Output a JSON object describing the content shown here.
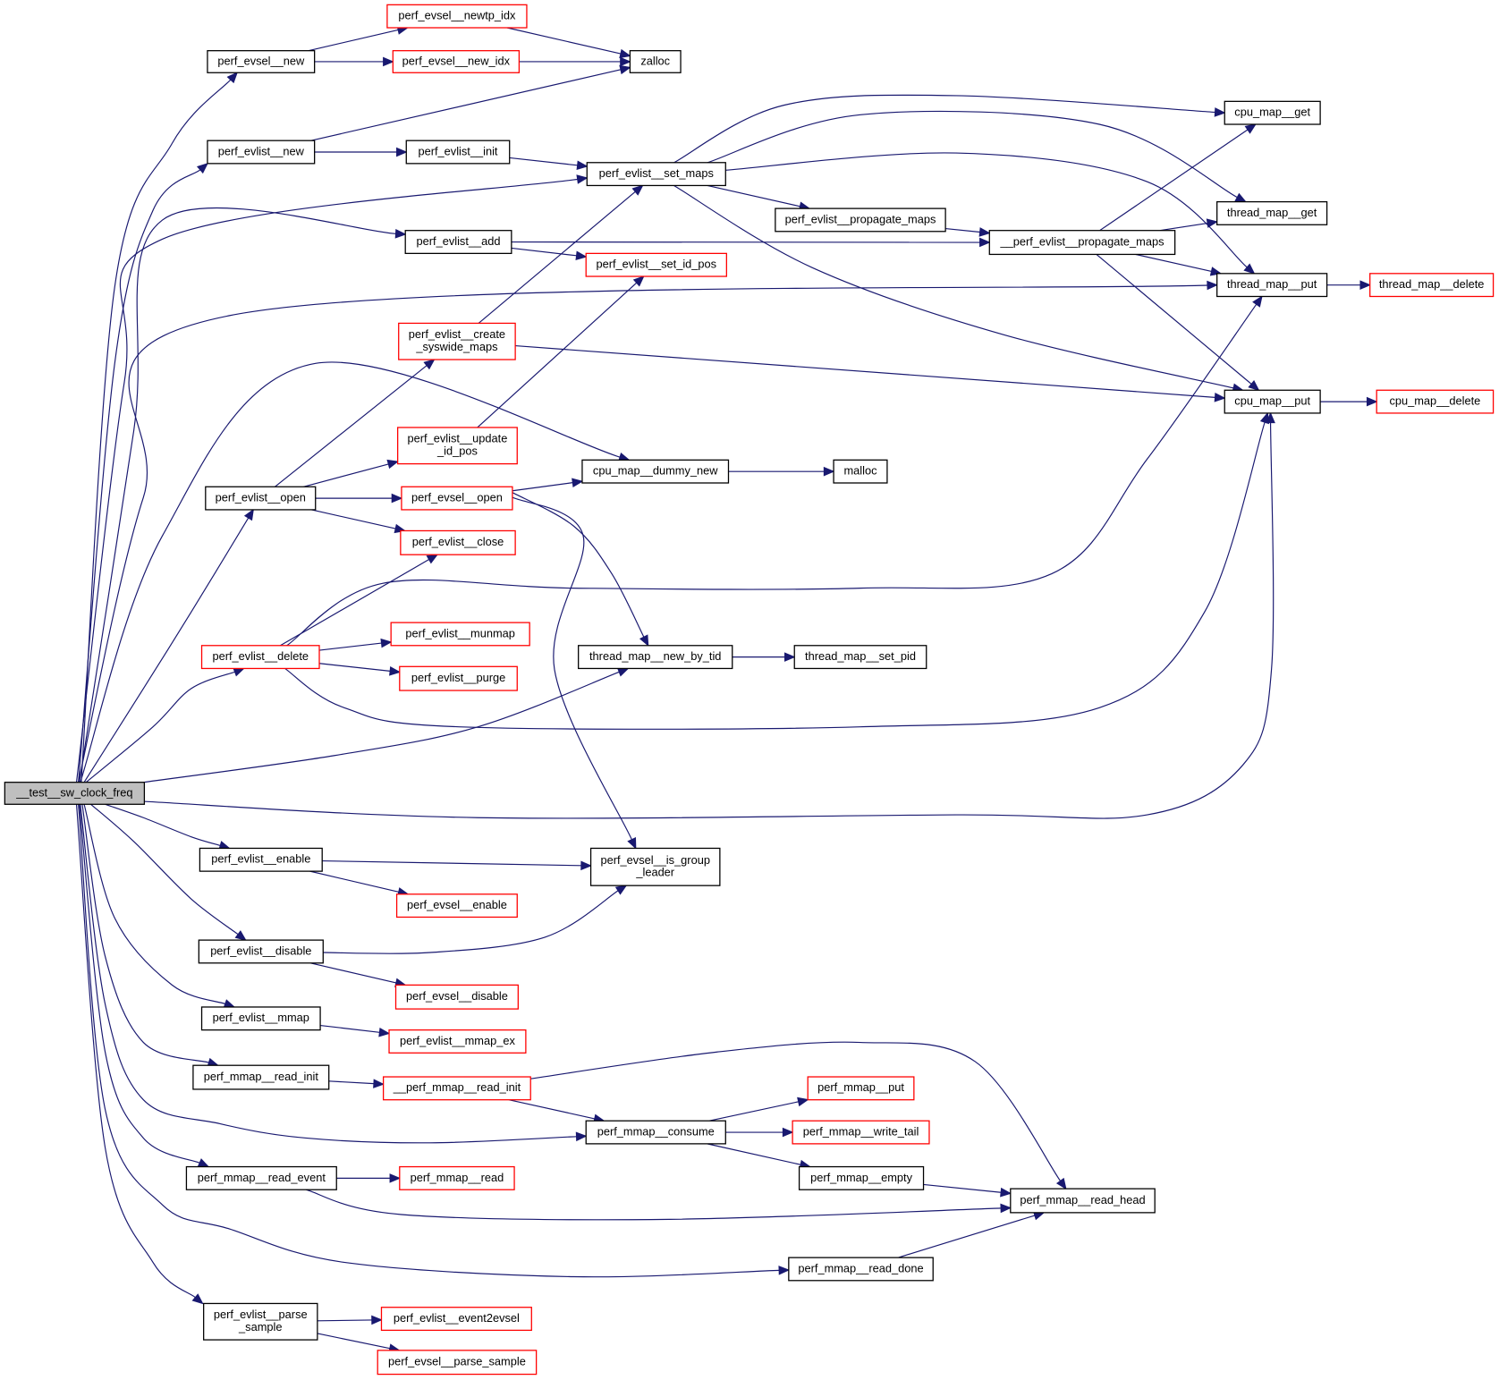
{
  "title": "Call graph for __test__sw_clock_freq",
  "colors": {
    "edge": "#191970",
    "node_border": "#000000",
    "external_node_border": "#ff0000",
    "root_fill": "#bfbfbf",
    "node_fill": "#ffffff"
  },
  "nodes": [
    {
      "id": "root",
      "label": "__test__sw_clock_freq",
      "kind": "root"
    },
    {
      "id": "perf_evsel__new",
      "label": "perf_evsel__new",
      "kind": "normal"
    },
    {
      "id": "perf_evsel__newtp_idx",
      "label": "perf_evsel__newtp_idx",
      "kind": "external"
    },
    {
      "id": "perf_evsel__new_idx",
      "label": "perf_evsel__new_idx",
      "kind": "external"
    },
    {
      "id": "zalloc",
      "label": "zalloc",
      "kind": "normal"
    },
    {
      "id": "perf_evlist__new",
      "label": "perf_evlist__new",
      "kind": "normal"
    },
    {
      "id": "perf_evlist__init",
      "label": "perf_evlist__init",
      "kind": "normal"
    },
    {
      "id": "perf_evlist__set_maps",
      "label": "perf_evlist__set_maps",
      "kind": "normal"
    },
    {
      "id": "cpu_map__get",
      "label": "cpu_map__get",
      "kind": "normal"
    },
    {
      "id": "perf_evlist__propagate_maps",
      "label": "perf_evlist__propagate_maps",
      "kind": "normal"
    },
    {
      "id": "__perf_evlist__propagate_maps",
      "label": "__perf_evlist__propagate_maps",
      "kind": "normal"
    },
    {
      "id": "thread_map__get",
      "label": "thread_map__get",
      "kind": "normal"
    },
    {
      "id": "perf_evlist__add",
      "label": "perf_evlist__add",
      "kind": "normal"
    },
    {
      "id": "perf_evlist__set_id_pos",
      "label": "perf_evlist__set_id_pos",
      "kind": "external"
    },
    {
      "id": "thread_map__put",
      "label": "thread_map__put",
      "kind": "normal"
    },
    {
      "id": "thread_map__delete",
      "label": "thread_map__delete",
      "kind": "external"
    },
    {
      "id": "perf_evlist__create_syswide_maps",
      "label": "perf_evlist__create\n_syswide_maps",
      "kind": "external"
    },
    {
      "id": "cpu_map__put",
      "label": "cpu_map__put",
      "kind": "normal"
    },
    {
      "id": "cpu_map__delete",
      "label": "cpu_map__delete",
      "kind": "external"
    },
    {
      "id": "perf_evlist__update_id_pos",
      "label": "perf_evlist__update\n_id_pos",
      "kind": "external"
    },
    {
      "id": "cpu_map__dummy_new",
      "label": "cpu_map__dummy_new",
      "kind": "normal"
    },
    {
      "id": "malloc",
      "label": "malloc",
      "kind": "normal"
    },
    {
      "id": "perf_evlist__open",
      "label": "perf_evlist__open",
      "kind": "normal"
    },
    {
      "id": "perf_evsel__open",
      "label": "perf_evsel__open",
      "kind": "external"
    },
    {
      "id": "perf_evlist__close",
      "label": "perf_evlist__close",
      "kind": "external"
    },
    {
      "id": "perf_evlist__munmap",
      "label": "perf_evlist__munmap",
      "kind": "external"
    },
    {
      "id": "perf_evlist__delete",
      "label": "perf_evlist__delete",
      "kind": "external"
    },
    {
      "id": "thread_map__new_by_tid",
      "label": "thread_map__new_by_tid",
      "kind": "normal"
    },
    {
      "id": "thread_map__set_pid",
      "label": "thread_map__set_pid",
      "kind": "normal"
    },
    {
      "id": "perf_evlist__purge",
      "label": "perf_evlist__purge",
      "kind": "external"
    },
    {
      "id": "perf_evlist__enable",
      "label": "perf_evlist__enable",
      "kind": "normal"
    },
    {
      "id": "perf_evsel__is_group_leader",
      "label": "perf_evsel__is_group\n_leader",
      "kind": "normal"
    },
    {
      "id": "perf_evsel__enable",
      "label": "perf_evsel__enable",
      "kind": "external"
    },
    {
      "id": "perf_evlist__disable",
      "label": "perf_evlist__disable",
      "kind": "normal"
    },
    {
      "id": "perf_evsel__disable",
      "label": "perf_evsel__disable",
      "kind": "external"
    },
    {
      "id": "perf_evlist__mmap",
      "label": "perf_evlist__mmap",
      "kind": "normal"
    },
    {
      "id": "perf_evlist__mmap_ex",
      "label": "perf_evlist__mmap_ex",
      "kind": "external"
    },
    {
      "id": "perf_mmap__read_init",
      "label": "perf_mmap__read_init",
      "kind": "normal"
    },
    {
      "id": "__perf_mmap__read_init",
      "label": "__perf_mmap__read_init",
      "kind": "external"
    },
    {
      "id": "perf_mmap__put",
      "label": "perf_mmap__put",
      "kind": "external"
    },
    {
      "id": "perf_mmap__consume",
      "label": "perf_mmap__consume",
      "kind": "normal"
    },
    {
      "id": "perf_mmap__write_tail",
      "label": "perf_mmap__write_tail",
      "kind": "external"
    },
    {
      "id": "perf_mmap__read_event",
      "label": "perf_mmap__read_event",
      "kind": "normal"
    },
    {
      "id": "perf_mmap__read",
      "label": "perf_mmap__read",
      "kind": "external"
    },
    {
      "id": "perf_mmap__empty",
      "label": "perf_mmap__empty",
      "kind": "normal"
    },
    {
      "id": "perf_mmap__read_head",
      "label": "perf_mmap__read_head",
      "kind": "normal"
    },
    {
      "id": "perf_mmap__read_done",
      "label": "perf_mmap__read_done",
      "kind": "normal"
    },
    {
      "id": "perf_evlist__parse_sample",
      "label": "perf_evlist__parse\n_sample",
      "kind": "normal"
    },
    {
      "id": "perf_evlist__event2evsel",
      "label": "perf_evlist__event2evsel",
      "kind": "external"
    },
    {
      "id": "perf_evsel__parse_sample",
      "label": "perf_evsel__parse_sample",
      "kind": "external"
    }
  ],
  "edges": [
    [
      "root",
      "perf_evsel__new"
    ],
    [
      "root",
      "perf_evlist__new"
    ],
    [
      "root",
      "perf_evlist__set_maps"
    ],
    [
      "root",
      "perf_evlist__add"
    ],
    [
      "root",
      "thread_map__put"
    ],
    [
      "root",
      "cpu_map__dummy_new"
    ],
    [
      "root",
      "perf_evlist__open"
    ],
    [
      "root",
      "perf_evlist__delete"
    ],
    [
      "root",
      "thread_map__new_by_tid"
    ],
    [
      "root",
      "cpu_map__put"
    ],
    [
      "root",
      "perf_evlist__enable"
    ],
    [
      "root",
      "perf_evlist__disable"
    ],
    [
      "root",
      "perf_evlist__mmap"
    ],
    [
      "root",
      "perf_mmap__read_init"
    ],
    [
      "root",
      "perf_mmap__consume"
    ],
    [
      "root",
      "perf_mmap__read_event"
    ],
    [
      "root",
      "perf_mmap__read_done"
    ],
    [
      "root",
      "perf_evlist__parse_sample"
    ],
    [
      "perf_evsel__new",
      "perf_evsel__newtp_idx"
    ],
    [
      "perf_evsel__new",
      "perf_evsel__new_idx"
    ],
    [
      "perf_evsel__newtp_idx",
      "zalloc"
    ],
    [
      "perf_evsel__new_idx",
      "zalloc"
    ],
    [
      "perf_evlist__new",
      "zalloc"
    ],
    [
      "perf_evlist__new",
      "perf_evlist__init"
    ],
    [
      "perf_evlist__init",
      "perf_evlist__set_maps"
    ],
    [
      "perf_evlist__set_maps",
      "cpu_map__get"
    ],
    [
      "perf_evlist__set_maps",
      "thread_map__get"
    ],
    [
      "perf_evlist__set_maps",
      "thread_map__put"
    ],
    [
      "perf_evlist__set_maps",
      "perf_evlist__propagate_maps"
    ],
    [
      "perf_evlist__set_maps",
      "cpu_map__put"
    ],
    [
      "perf_evlist__propagate_maps",
      "__perf_evlist__propagate_maps"
    ],
    [
      "perf_evlist__add",
      "__perf_evlist__propagate_maps"
    ],
    [
      "perf_evlist__add",
      "perf_evlist__set_id_pos"
    ],
    [
      "__perf_evlist__propagate_maps",
      "cpu_map__get"
    ],
    [
      "__perf_evlist__propagate_maps",
      "thread_map__get"
    ],
    [
      "__perf_evlist__propagate_maps",
      "thread_map__put"
    ],
    [
      "__perf_evlist__propagate_maps",
      "cpu_map__put"
    ],
    [
      "thread_map__put",
      "thread_map__delete"
    ],
    [
      "cpu_map__put",
      "cpu_map__delete"
    ],
    [
      "perf_evlist__create_syswide_maps",
      "perf_evlist__set_maps"
    ],
    [
      "perf_evlist__create_syswide_maps",
      "cpu_map__put"
    ],
    [
      "perf_evlist__update_id_pos",
      "perf_evlist__set_id_pos"
    ],
    [
      "cpu_map__dummy_new",
      "malloc"
    ],
    [
      "perf_evlist__open",
      "perf_evlist__create_syswide_maps"
    ],
    [
      "perf_evlist__open",
      "perf_evlist__update_id_pos"
    ],
    [
      "perf_evlist__open",
      "perf_evsel__open"
    ],
    [
      "perf_evlist__open",
      "perf_evlist__close"
    ],
    [
      "perf_evsel__open",
      "cpu_map__dummy_new"
    ],
    [
      "perf_evsel__open",
      "thread_map__new_by_tid"
    ],
    [
      "perf_evsel__open",
      "perf_evsel__is_group_leader"
    ],
    [
      "perf_evlist__delete",
      "perf_evlist__close"
    ],
    [
      "perf_evlist__delete",
      "thread_map__put"
    ],
    [
      "perf_evlist__delete",
      "perf_evlist__munmap"
    ],
    [
      "perf_evlist__delete",
      "perf_evlist__purge"
    ],
    [
      "perf_evlist__delete",
      "cpu_map__put"
    ],
    [
      "thread_map__new_by_tid",
      "thread_map__set_pid"
    ],
    [
      "perf_evlist__enable",
      "perf_evsel__is_group_leader"
    ],
    [
      "perf_evlist__enable",
      "perf_evsel__enable"
    ],
    [
      "perf_evlist__disable",
      "perf_evsel__is_group_leader"
    ],
    [
      "perf_evlist__disable",
      "perf_evsel__disable"
    ],
    [
      "perf_evlist__mmap",
      "perf_evlist__mmap_ex"
    ],
    [
      "perf_mmap__read_init",
      "__perf_mmap__read_init"
    ],
    [
      "__perf_mmap__read_init",
      "perf_mmap__read_head"
    ],
    [
      "__perf_mmap__read_init",
      "perf_mmap__consume"
    ],
    [
      "perf_mmap__consume",
      "perf_mmap__put"
    ],
    [
      "perf_mmap__consume",
      "perf_mmap__write_tail"
    ],
    [
      "perf_mmap__consume",
      "perf_mmap__empty"
    ],
    [
      "perf_mmap__read_event",
      "perf_mmap__read"
    ],
    [
      "perf_mmap__read_event",
      "perf_mmap__read_head"
    ],
    [
      "perf_mmap__empty",
      "perf_mmap__read_head"
    ],
    [
      "perf_mmap__read_done",
      "perf_mmap__read_head"
    ],
    [
      "perf_evlist__parse_sample",
      "perf_evlist__event2evsel"
    ],
    [
      "perf_evlist__parse_sample",
      "perf_evsel__parse_sample"
    ]
  ]
}
